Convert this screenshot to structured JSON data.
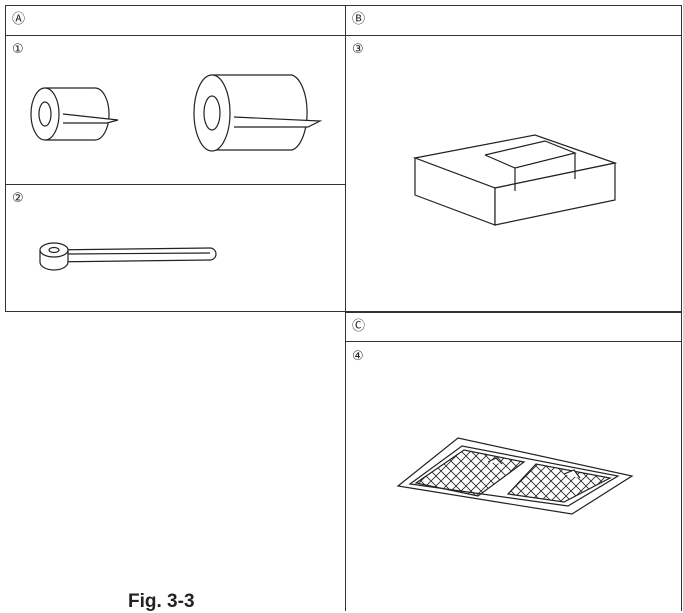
{
  "sections": {
    "a": {
      "marker": "Ⓐ"
    },
    "b": {
      "marker": "Ⓑ"
    },
    "c": {
      "marker": "Ⓒ"
    }
  },
  "parts": {
    "p1": {
      "marker": "①"
    },
    "p2": {
      "marker": "②"
    },
    "p3": {
      "marker": "③"
    },
    "p4": {
      "marker": "④"
    }
  },
  "figure": {
    "caption": "Fig. 3-3"
  }
}
